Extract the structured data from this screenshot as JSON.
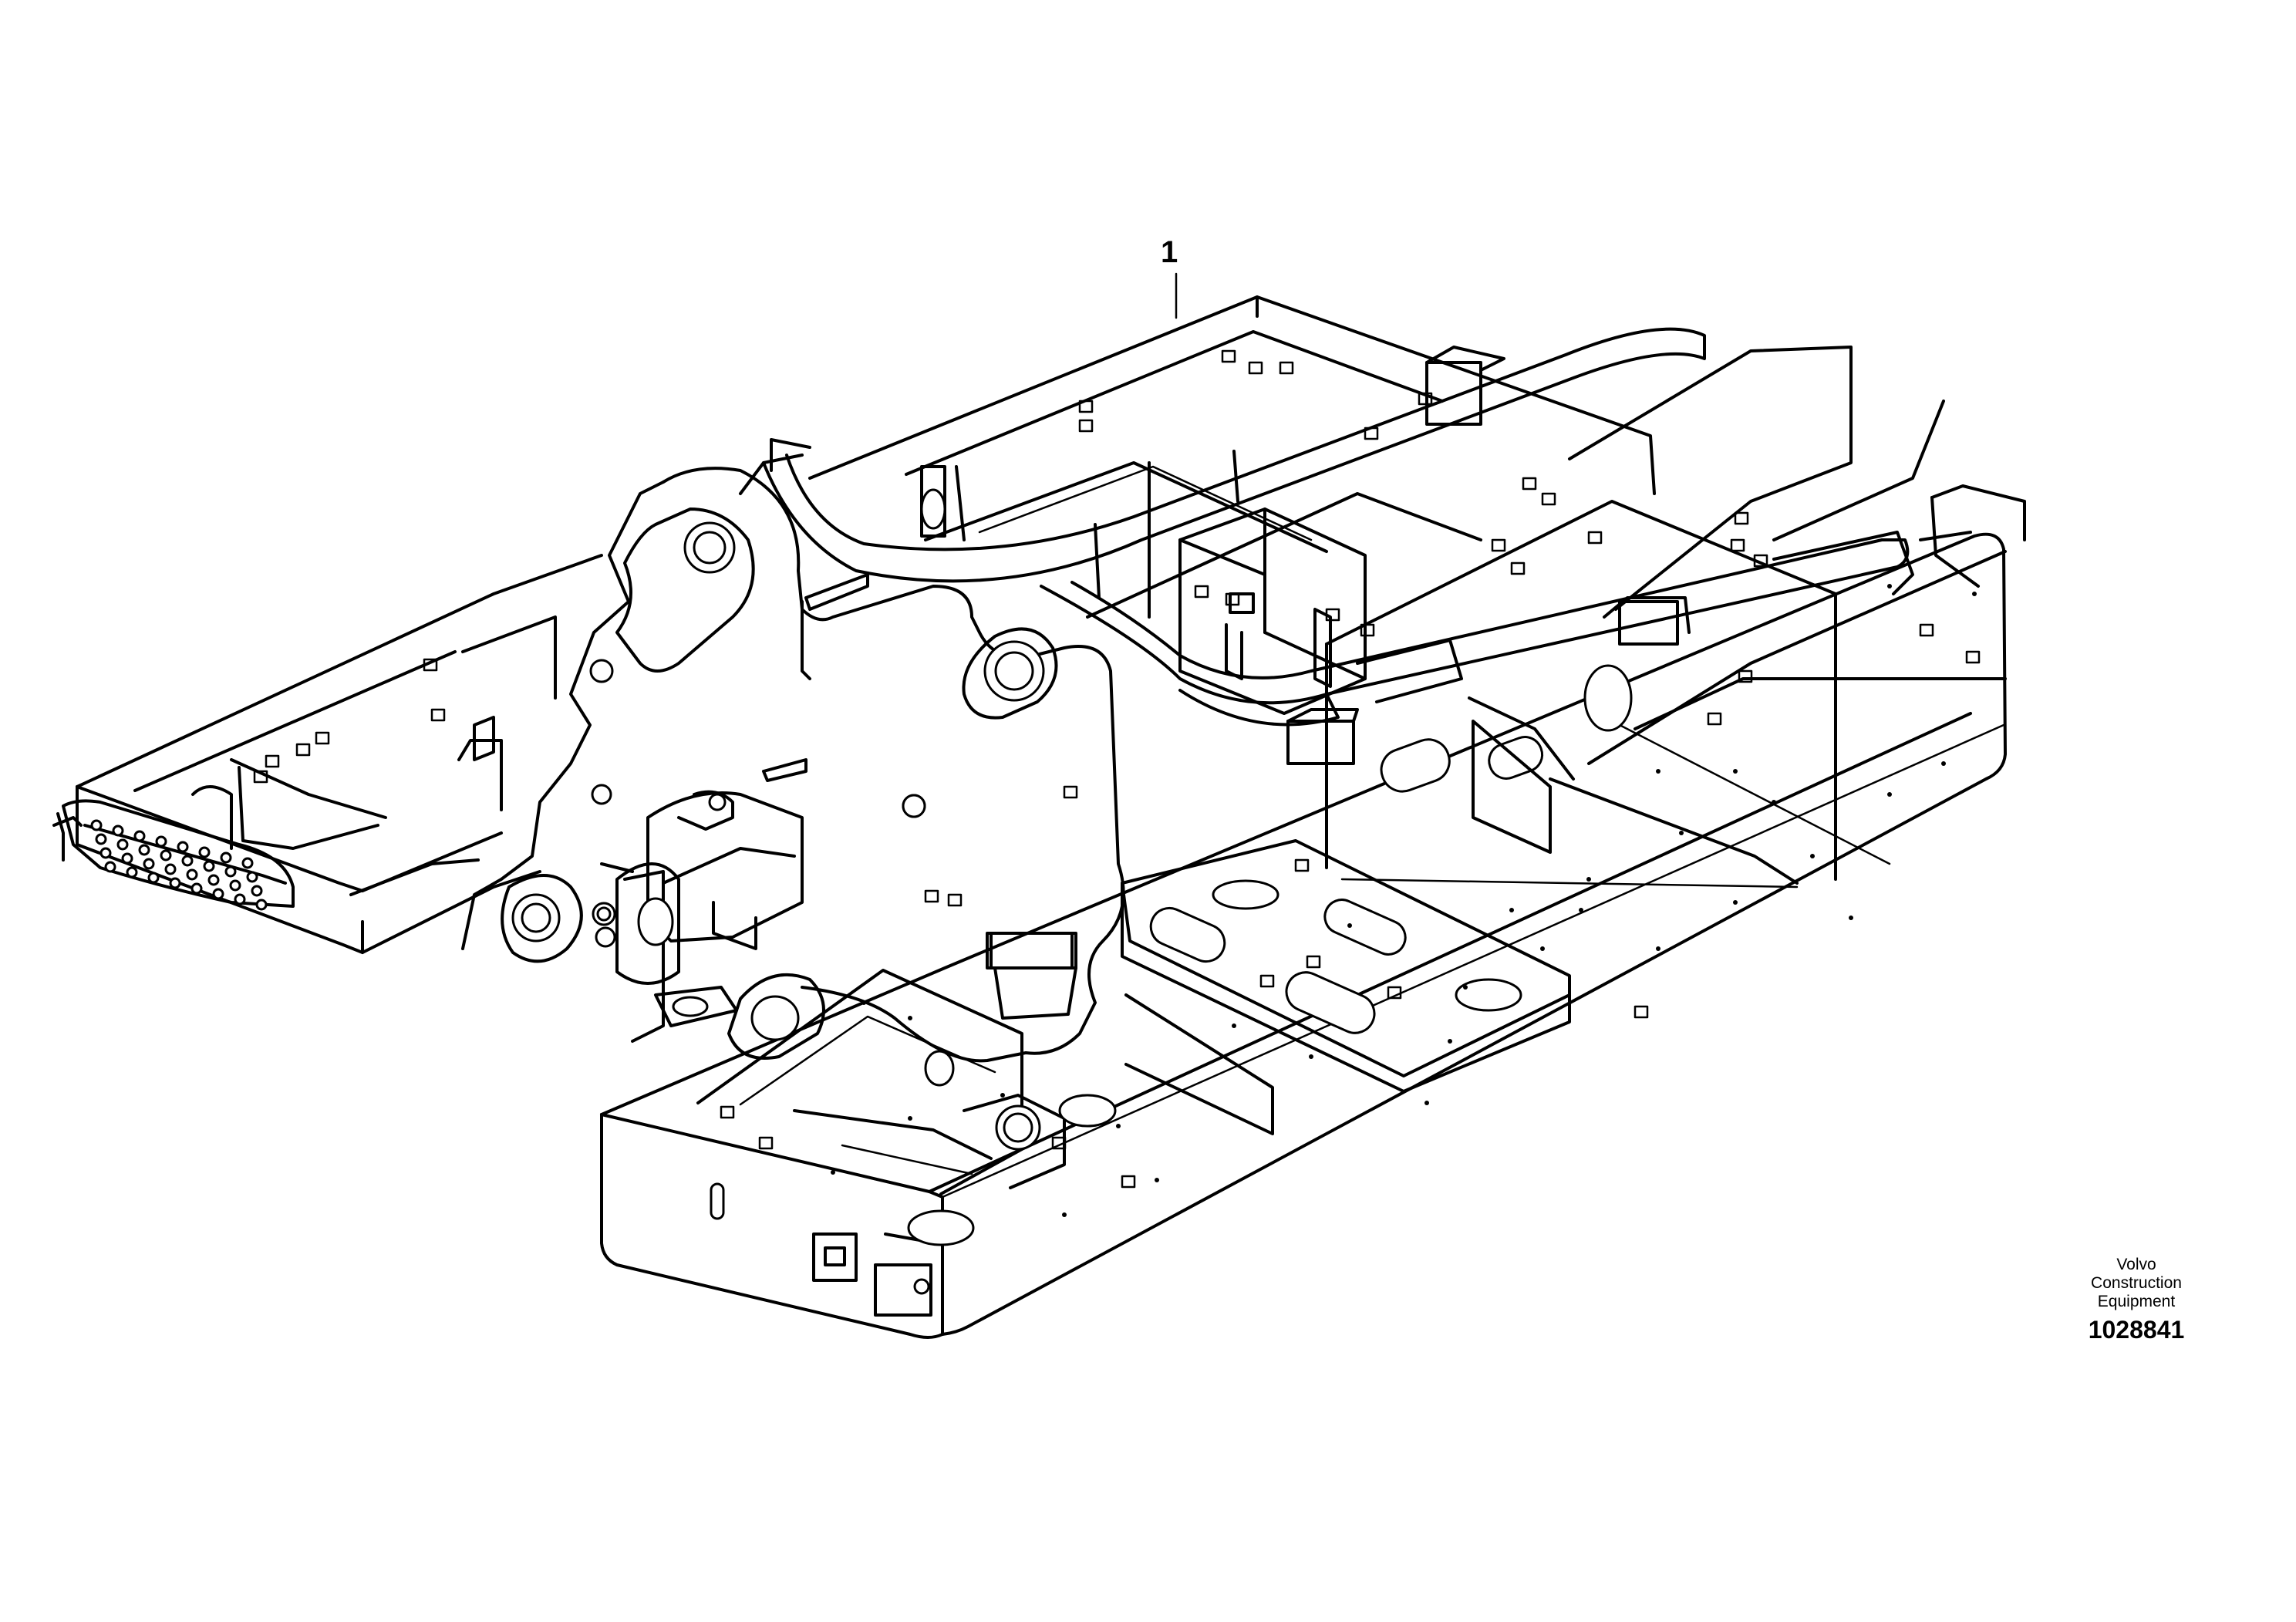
{
  "diagram": {
    "callout": {
      "number": "1"
    },
    "credit": {
      "manufacturer": "Volvo Construction Equipment",
      "drawing_number": "1028841"
    }
  }
}
